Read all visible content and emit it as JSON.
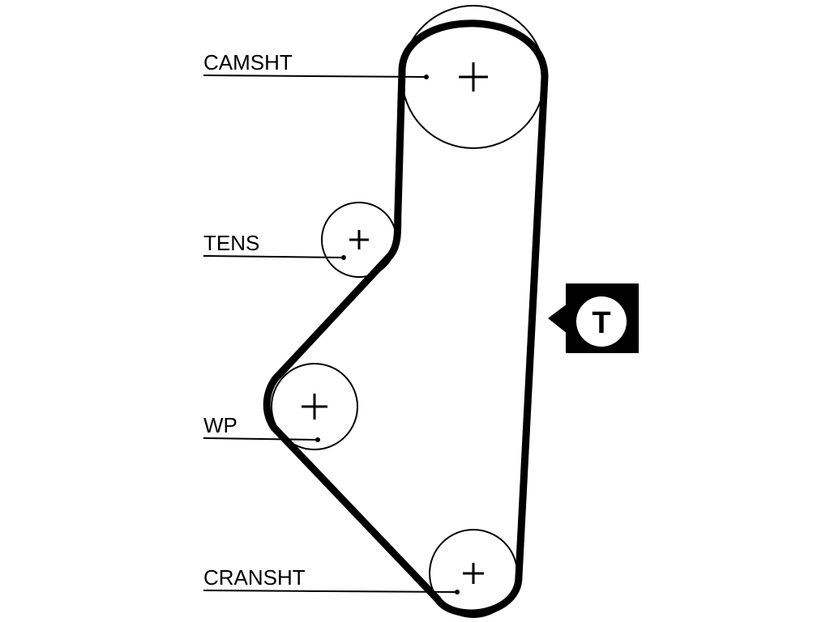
{
  "diagram": {
    "pulleys": [
      {
        "id": "camshaft",
        "label": "CAMSHT"
      },
      {
        "id": "tensioner",
        "label": "TENS"
      },
      {
        "id": "water-pump",
        "label": "WP"
      },
      {
        "id": "crankshaft",
        "label": "CRANSHT"
      }
    ],
    "marker": {
      "text": "T"
    },
    "colors": {
      "line": "#000000",
      "background": "#ffffff"
    }
  }
}
